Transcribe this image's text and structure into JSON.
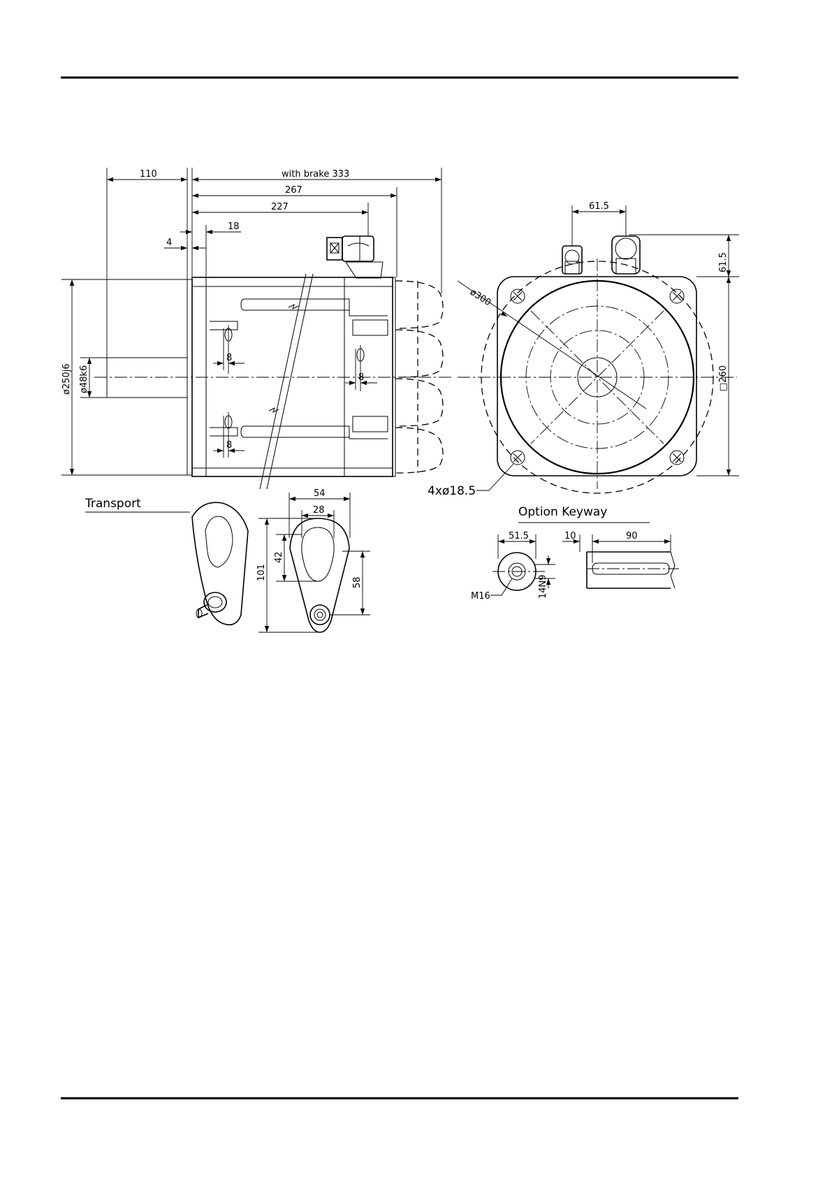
{
  "side_view": {
    "dims": {
      "shaft_length": "110",
      "brake_length": "with brake 333",
      "length_267": "267",
      "length_227": "227",
      "offset_18": "18",
      "offset_4": "4",
      "flange_dia": "ø250j6",
      "shaft_dia": "ø48k6",
      "slot_a": "8",
      "slot_b": "8",
      "slot_c": "8"
    }
  },
  "front_view": {
    "dims": {
      "connector_spacing": "61.5",
      "connector_height": "61.5",
      "bolt_circle": "ø300",
      "square_size": "□260",
      "holes": "4xø18.5"
    }
  },
  "transport": {
    "label": "Transport",
    "dims": {
      "width_54": "54",
      "width_28": "28",
      "height_101": "101",
      "height_42": "42",
      "height_58": "58"
    }
  },
  "keyway": {
    "label": "Option Keyway",
    "dims": {
      "depth": "51.5",
      "offset": "10",
      "length": "90",
      "thread": "M16",
      "width": "14N9"
    }
  }
}
